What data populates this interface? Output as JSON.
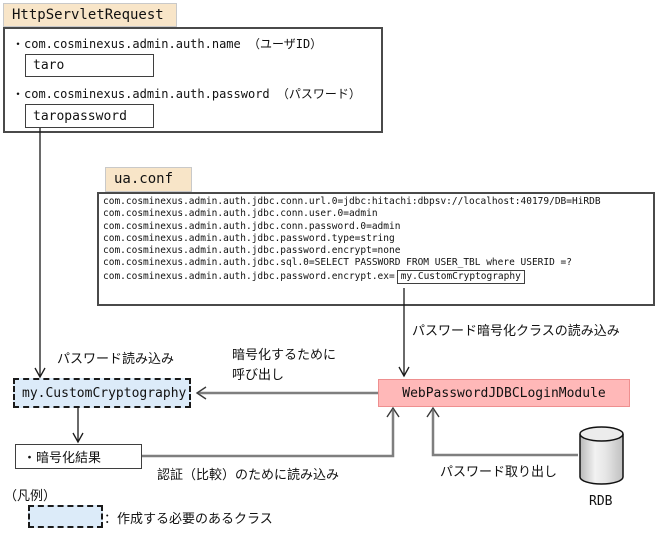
{
  "colors": {
    "tab_bg": "#f8e5c8",
    "node_blue": "#dcebf9",
    "node_pink": "#ffb8b8",
    "gray_line": "#7f7f7f"
  },
  "http_box": {
    "title": "HttpServletRequest",
    "name_label": "・com.cosminexus.admin.auth.name （ユーザID）",
    "name_value": "taro",
    "password_label": "・com.cosminexus.admin.auth.password （パスワード）",
    "password_value": "taropassword"
  },
  "uaconf": {
    "title": "ua.conf",
    "lines": [
      "com.cosminexus.admin.auth.jdbc.conn.url.0=jdbc:hitachi:dbpsv://localhost:40179/DB=HiRDB",
      "com.cosminexus.admin.auth.jdbc.conn.user.0=admin",
      "com.cosminexus.admin.auth.jdbc.conn.password.0=admin",
      "com.cosminexus.admin.auth.jdbc.password.type=string",
      "com.cosminexus.admin.auth.jdbc.password.encrypt=none",
      "com.cosminexus.admin.auth.jdbc.sql.0=SELECT PASSWORD FROM USER_TBL where USERID =?"
    ],
    "last_line_prefix": "com.cosminexus.admin.auth.jdbc.password.encrypt.ex=",
    "last_line_boxed": "my.CustomCryptography"
  },
  "nodes": {
    "custom_crypto": "my.CustomCryptography",
    "login_module": "WebPasswordJDBCLoginModule",
    "encrypt_result": "・暗号化結果",
    "rdb": "RDB"
  },
  "labels": {
    "password_read": "パスワード読み込み",
    "encrypt_call_line1": "暗号化するために",
    "encrypt_call_line2": "呼び出し",
    "class_load": "パスワード暗号化クラスの読み込み",
    "auth_read": "認証（比較）のために読み込み",
    "password_fetch": "パスワード取り出し",
    "legend_title": "（凡例）",
    "legend_text": "：作成する必要のあるクラス"
  }
}
